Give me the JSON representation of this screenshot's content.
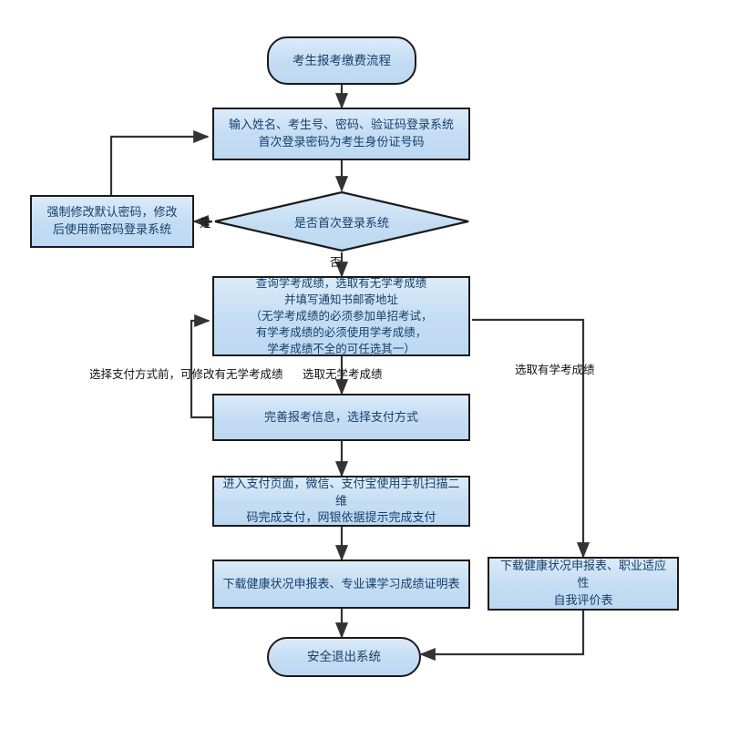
{
  "diagram": {
    "type": "flowchart",
    "title": "考生报考缴费流程",
    "palette": {
      "node_fill": "#c9e0f4",
      "node_border": "#1a1a1a",
      "text": "#15406b",
      "edge": "#333333",
      "background": "#ffffff"
    },
    "nodes": {
      "start": {
        "label": "考生报考缴费流程",
        "shape": "terminator"
      },
      "login": {
        "label": "输入姓名、考生号、密码、验证码登录系统\n首次登录密码为考生身份证号码",
        "shape": "process"
      },
      "change_password": {
        "label": "强制修改默认密码，修改\n后使用新密码登录系统",
        "shape": "process"
      },
      "decision_first_login": {
        "label": "是否首次登录系统",
        "shape": "decision"
      },
      "query_scores": {
        "label": "查询学考成绩，选取有无学考成绩\n并填写通知书邮寄地址\n（无学考成绩的必须参加单招考试，\n有学考成绩的必须使用学考成绩，\n学考成绩不全的可任选其一）",
        "shape": "process"
      },
      "complete_info": {
        "label": "完善报考信息，选择支付方式",
        "shape": "process"
      },
      "payment_page": {
        "label": "进入支付页面，微信、支付宝使用手机扫描二维\n码完成支付，网银依据提示完成支付",
        "shape": "process"
      },
      "download_left": {
        "label": "下载健康状况申报表、专业课学习成绩证明表",
        "shape": "process"
      },
      "download_right": {
        "label": "下载健康状况申报表、职业适应性\n自我评价表",
        "shape": "process"
      },
      "exit": {
        "label": "安全退出系统",
        "shape": "terminator"
      }
    },
    "edge_labels": {
      "yes": "是",
      "no": "否",
      "modify_before_pay": "选择支付方式前，可修改有无学考成绩",
      "choose_no_score": "选取无学考成绩",
      "choose_has_score": "选取有学考成绩"
    }
  }
}
